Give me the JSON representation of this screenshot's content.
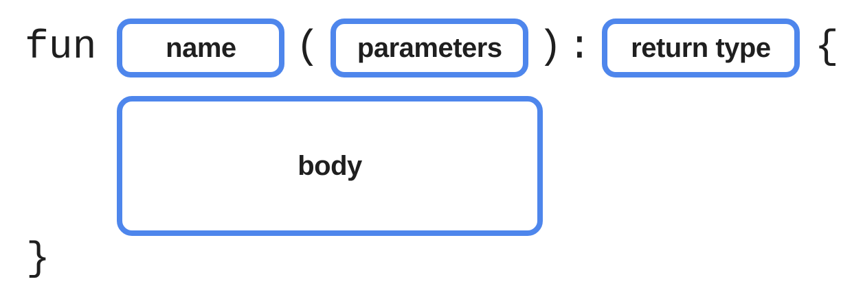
{
  "diagram": {
    "keyword": "fun",
    "boxes": {
      "name": "name",
      "parameters": "parameters",
      "return_type": "return type",
      "body": "body"
    },
    "punctuation": {
      "open_paren": "(",
      "close_paren": ")",
      "colon": ":",
      "open_brace": "{",
      "close_brace": "}"
    },
    "colors": {
      "box_border": "#4E86EC",
      "text": "#1F1F1F",
      "background": "#FFFFFF"
    }
  }
}
